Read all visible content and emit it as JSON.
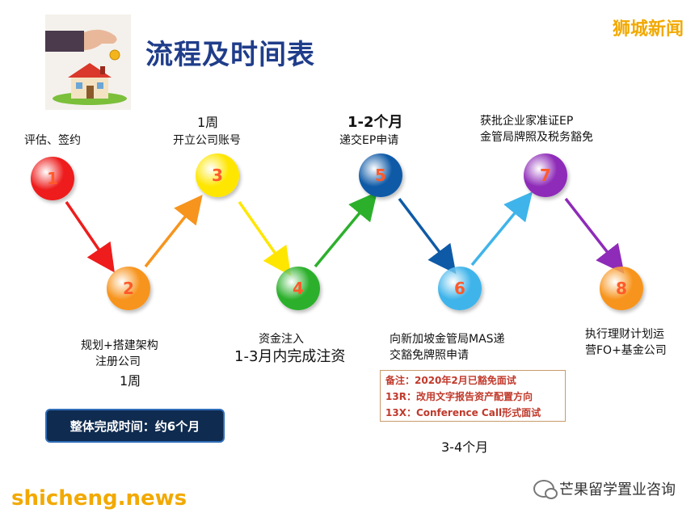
{
  "title": "流程及时间表",
  "brand_top": "狮城新闻",
  "brand_bottom": "shicheng.news",
  "wechat_account": "芒果留学置业咨询",
  "steps": [
    {
      "number": "1",
      "color": "#ee1c1c"
    },
    {
      "number": "2",
      "color": "#f7941d"
    },
    {
      "number": "3",
      "color": "#ffe600"
    },
    {
      "number": "4",
      "color": "#2cb02c"
    },
    {
      "number": "5",
      "color": "#0e5aa7"
    },
    {
      "number": "6",
      "color": "#3fb4ea"
    },
    {
      "number": "7",
      "color": "#8e2bb8"
    },
    {
      "number": "8",
      "color": "#f7941d"
    }
  ],
  "labels": {
    "step1": "评估、签约",
    "step3_duration": "1周",
    "step3": "开立公司账号",
    "step5_duration": "1-2个月",
    "step5": "递交EP申请",
    "step7_line1": "获批企业家准证EP",
    "step7_line2": "金管局牌照及税务豁免",
    "step2_line1": "规划+搭建架构",
    "step2_line2": "注册公司",
    "step2_duration": "1周",
    "step4_line1": "资金注入",
    "step4_duration": "1-3月内完成注资",
    "step6_line1": "向新加坡金管局MAS递",
    "step6_line2": "交豁免牌照申请",
    "step6_duration": "3-4个月",
    "step8_line1": "执行理财计划运",
    "step8_line2": "营FO+基金公司"
  },
  "total_time": "整体完成时间：约6个月",
  "note_lines": [
    "备注：2020年2月已豁免面试",
    "13R：改用文字报告资产配置方向",
    "13X：Conference  Call形式面试"
  ],
  "arrow_colors": [
    "#ee1c1c",
    "#f7941d",
    "#ffe600",
    "#2cb02c",
    "#0e5aa7",
    "#3fb4ea",
    "#8e2bb8"
  ]
}
